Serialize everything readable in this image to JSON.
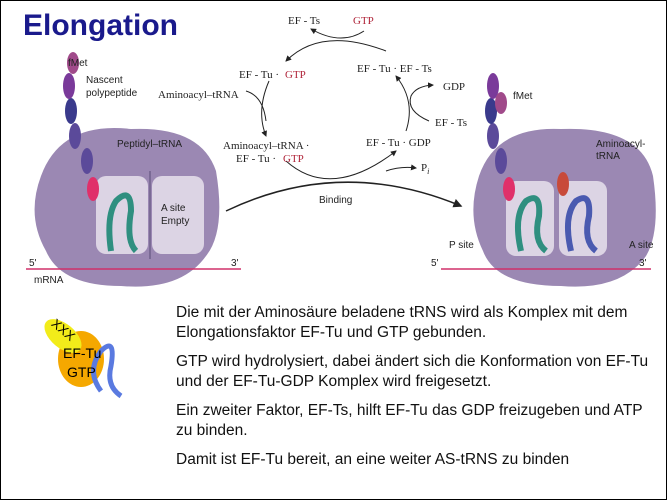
{
  "title": "Elongation",
  "cycle": {
    "ef_ts_top": "EF - Ts",
    "gtp_top": "GTP",
    "ef_tu_gtp_a": "EF - Tu ·",
    "ef_tu_gtp_b": "GTP",
    "aminoacyl": "Aminoacyl–tRNA",
    "complex_a": "Aminoacyl–tRNA ·",
    "complex_b": "EF - Tu ·",
    "complex_c": "GTP",
    "ef_tu_ef_ts": "EF - Tu · EF - Ts",
    "gdp": "GDP",
    "ef_ts_right": "EF - Ts",
    "ef_tu_gdp": "EF - Tu · GDP",
    "pi": "P",
    "pi_sub": "i",
    "binding": "Binding"
  },
  "left_ribosome": {
    "nascent": "Nascent",
    "polypeptide": "polypeptide",
    "fmet": "fMet",
    "peptidyl": "Peptidyl–tRNA",
    "a_site": "A site",
    "empty": "Empty",
    "five": "5'",
    "three": "3'",
    "mrna": "mRNA"
  },
  "right_ribosome": {
    "fmet": "fMet",
    "aminoacyl": "Aminoacyl-",
    "trna": "tRNA",
    "p_site": "P site",
    "a_site": "A site",
    "five": "5'",
    "three": "3'"
  },
  "icon": {
    "xxx": "XXX",
    "ef_tu": "EF-Tu",
    "gtp": "GTP"
  },
  "paragraphs": [
    "Die mit der Aminosäure beladene tRNS wird als Komplex mit dem Elongationsfaktor EF-Tu und GTP gebunden.",
    "GTP wird hydrolysiert, dabei ändert sich die Konformation von EF-Tu und der EF-Tu-GDP Komplex wird freigesetzt.",
    "Ein zweiter Faktor, EF-Ts, hilft EF-Tu das GDP freizugeben und ATP zu binden.",
    "Damit ist EF-Tu bereit, an eine weiter AS-tRNS zu binden"
  ]
}
